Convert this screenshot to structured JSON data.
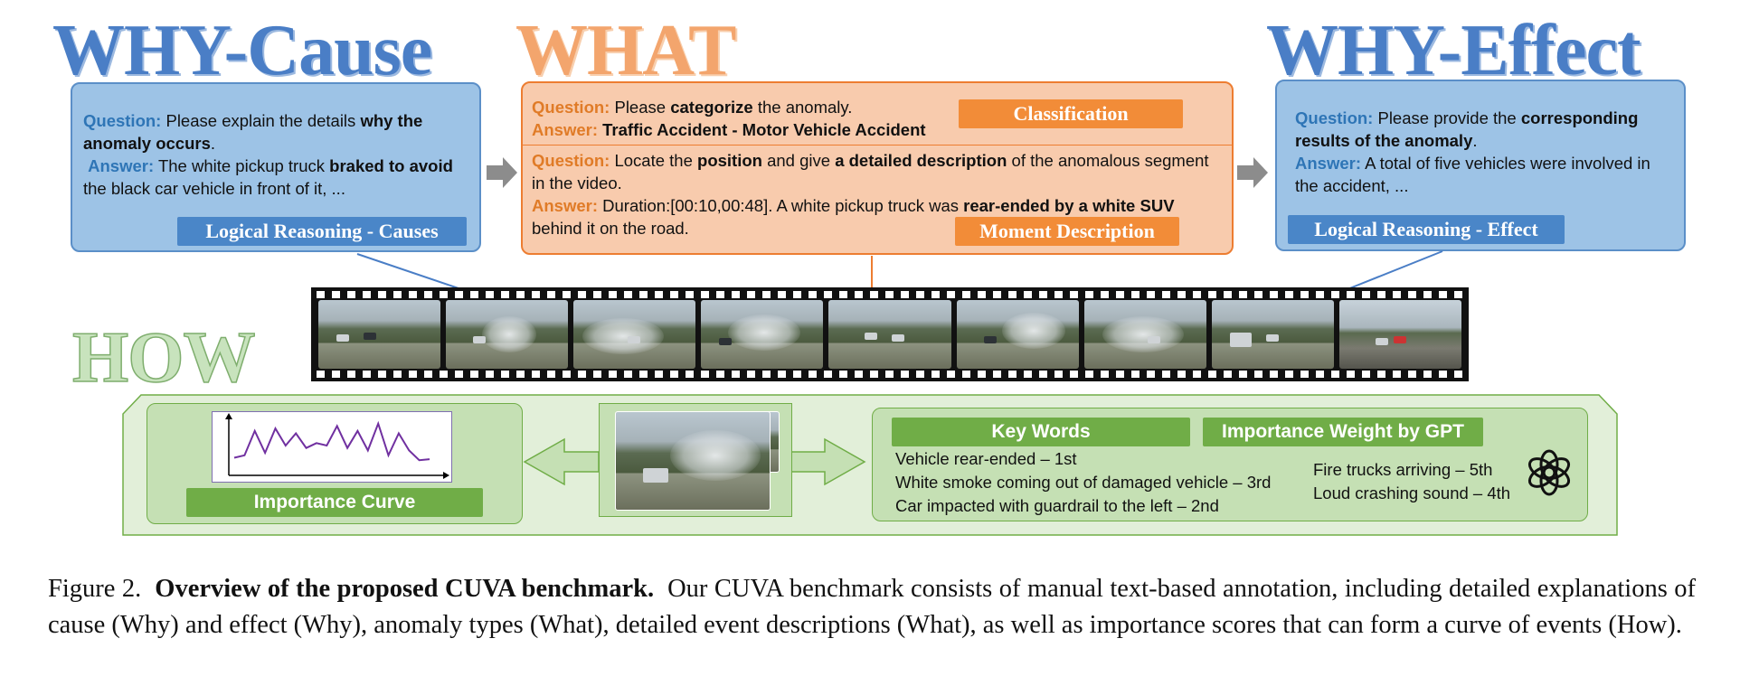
{
  "titles": {
    "why_cause": "WHY-Cause",
    "what": "WHAT",
    "why_effect": "WHY-Effect",
    "how": "HOW"
  },
  "why_cause_panel": {
    "question_label": "Question:",
    "question_pre": "Please explain the details ",
    "question_bold": "why the anomaly occurs",
    "question_post": ".",
    "answer_label": "Answer:",
    "answer_pre": "The white pickup truck ",
    "answer_bold": "braked to avoid",
    "answer_post": " the black car vehicle in front of it, ...",
    "badge": "Logical Reasoning - Causes"
  },
  "what_panel": {
    "q1_label": "Question:",
    "q1_pre": "Please ",
    "q1_bold": "categorize",
    "q1_post": " the anomaly.",
    "a1_label": "Answer:",
    "a1_bold": "Traffic Accident - Motor Vehicle Accident",
    "badge_classification": "Classification",
    "q2_label": "Question:",
    "q2_pre": "Locate the ",
    "q2_bold1": "position",
    "q2_mid": " and give ",
    "q2_bold2": "a detailed description",
    "q2_post": " of the anomalous segment in the video.",
    "a2_label": "Answer:",
    "a2_pre": "Duration:[00:10,00:48]. A white pickup truck was ",
    "a2_bold": "rear-ended by a white SUV",
    "a2_post": " behind it on the road.",
    "badge_moment": "Moment Description"
  },
  "why_effect_panel": {
    "question_label": "Question:",
    "question_pre": "Please provide the ",
    "question_bold": "corresponding results of the anomaly",
    "question_post": ".",
    "answer_label": "Answer:",
    "answer_text": "A total of five vehicles were involved in the accident, ...",
    "badge": "Logical Reasoning - Effect"
  },
  "how_panel": {
    "importance_curve_label": "Importance Curve",
    "key_words_label": "Key Words",
    "importance_weight_label": "Importance Weight by GPT",
    "key_words_left": [
      "Vehicle rear-ended – 1st",
      "White smoke coming out of damaged vehicle – 3rd",
      "Car impacted with guardrail to the left – 2nd"
    ],
    "key_words_right": [
      "Fire trucks arriving – 5th",
      "Loud crashing sound – 4th"
    ],
    "curve_values": [
      0.25,
      0.3,
      0.8,
      0.35,
      0.85,
      0.5,
      0.75,
      0.45,
      0.55,
      0.5,
      0.9,
      0.45,
      0.8,
      0.4,
      0.95,
      0.3,
      0.75,
      0.4,
      0.2,
      0.22
    ],
    "gpt_icon": "openai-logo-icon"
  },
  "caption": {
    "prefix": "Figure 2.",
    "bold": "Overview of the proposed CUVA benchmark.",
    "text": "Our CUVA benchmark consists of manual text-based annotation, including detailed explanations of cause (Why) and effect (Why), anomaly types (What), detailed event descriptions (What), as well as importance scores that can form a curve of events (How)."
  },
  "colors": {
    "why_blue": "#4a7ec6",
    "what_orange": "#f3a56d",
    "how_green": "#70ad47"
  }
}
